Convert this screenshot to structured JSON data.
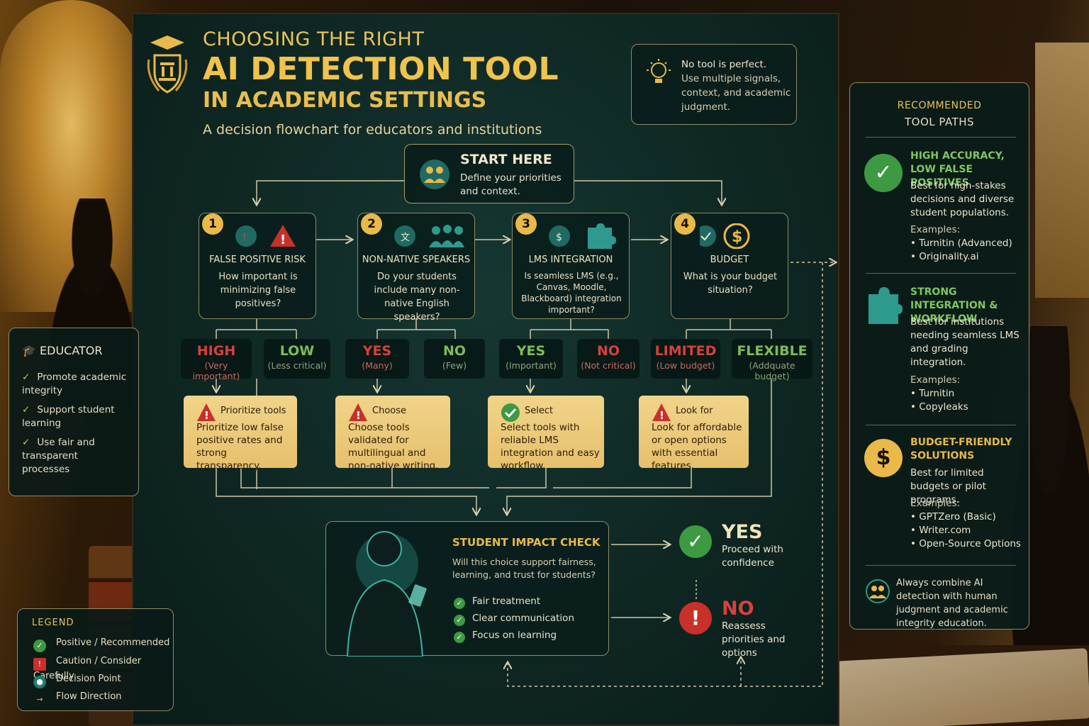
{
  "title": {
    "line1": "CHOOSING THE RIGHT",
    "line2": "AI DETECTION TOOL",
    "line3": "IN ACADEMIC SETTINGS",
    "subtitle": "A decision flowchart for educators and institutions"
  },
  "tip": {
    "heading": "No tool is perfect.",
    "body": "Use multiple signals, context, and academic judgment."
  },
  "start": {
    "title": "START HERE",
    "desc": "Define your priorities and context."
  },
  "questions": [
    {
      "num": "1",
      "title": "FALSE POSITIVE RISK",
      "text": "How important is minimizing false positives?"
    },
    {
      "num": "2",
      "title": "NON-NATIVE SPEAKERS",
      "text": "Do your students include many non-native English speakers?"
    },
    {
      "num": "3",
      "title": "LMS INTEGRATION",
      "text": "Is seamless LMS (e.g., Canvas, Moodle, Blackboard) integration important?"
    },
    {
      "num": "4",
      "title": "BUDGET",
      "text": "What is your budget situation?"
    }
  ],
  "options": [
    {
      "label": "HIGH",
      "sub": "(Very important)"
    },
    {
      "label": "LOW",
      "sub": "(Less critical)"
    },
    {
      "label": "YES",
      "sub": "(Many)"
    },
    {
      "label": "NO",
      "sub": "(Few)"
    },
    {
      "label": "YES",
      "sub": "(Important)"
    },
    {
      "label": "NO",
      "sub": "(Not critical)"
    },
    {
      "label": "LIMITED",
      "sub": "(Low budget)"
    },
    {
      "label": "FLEXIBLE",
      "sub": "(Addquate budget)"
    }
  ],
  "recommendations": [
    {
      "title": "Prioritize tools",
      "text": "Prioritize low false positive rates and strong transparency."
    },
    {
      "title": "Choose",
      "text": "Choose tools validated for multilingual and non-native writing."
    },
    {
      "title": "Select",
      "text": "Select tools with reliable LMS integration and easy workflow."
    },
    {
      "title": "Look for",
      "text": "Look for affordable or open options with essential features."
    }
  ],
  "impact": {
    "title": "STUDENT IMPACT CHECK",
    "question": "Will this choice support fairness, learning, and trust for students?",
    "checks": [
      "Fair treatment",
      "Clear communication",
      "Focus on learning"
    ]
  },
  "outcomes": {
    "yes": {
      "label": "YES",
      "desc": "Proceed with confidence"
    },
    "no": {
      "label": "NO",
      "desc": "Reassess priorities and options"
    }
  },
  "educator": {
    "heading": "EDUCATOR",
    "items": [
      "Promote academic integrity",
      "Support student learning",
      "Use fair and transparent processes"
    ]
  },
  "legend": {
    "title": "LEGEND",
    "items": [
      "Positive / Recommended",
      "Caution / Consider Carefully",
      "Decision Point",
      "Flow Direction"
    ]
  },
  "recommended": {
    "heading1": "RECOMMENDED",
    "heading2": "TOOL PATHS",
    "examples_label": "Examples:",
    "paths": [
      {
        "title": "HIGH ACCURACY, LOW FALSE POSITIVES",
        "body": "Best for high-stakes decisions and diverse student populations.",
        "examples": [
          "• Turnitin (Advanced)",
          "• Originality.ai"
        ]
      },
      {
        "title": "STRONG INTEGRATION & WORKFLOW",
        "body": "Best for institutions needing seamless LMS and grading integration.",
        "examples": [
          "• Turnitin",
          "• Copyleaks"
        ]
      },
      {
        "title": "BUDGET-FRIENDLY SOLUTIONS",
        "body": "Best for limited budgets or pilot programs.",
        "examples": [
          "• GPTZero (Basic)",
          "• Writer.com",
          "• Open-Source Options"
        ]
      }
    ],
    "footer": "Always combine AI detection with human judgment and academic integrity education."
  },
  "colors": {
    "accent_gold": "#e9b949",
    "positive": "#3d9a42",
    "caution": "#c8302a",
    "decision": "#1f7a72"
  },
  "icons": [
    "graduation-cap-icon",
    "lightbulb-icon",
    "people-icon",
    "warning-icon",
    "puzzle-icon",
    "dollar-icon",
    "check-icon"
  ]
}
